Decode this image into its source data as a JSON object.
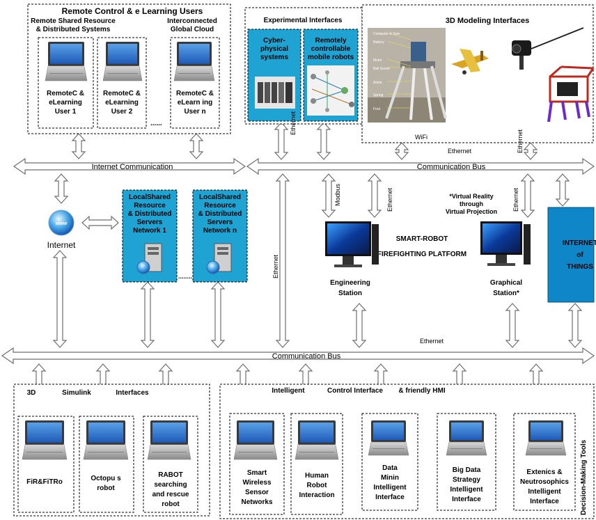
{
  "groups": {
    "remote_users": {
      "title": "Remote Control & e Learning Users",
      "sub_left": [
        "Remote Shared Resource",
        "& Distributed Systems"
      ],
      "sub_right": [
        "Interconnected",
        "Global Cloud"
      ],
      "users": [
        [
          "RemoteC &",
          "eLearning",
          "User 1"
        ],
        [
          "RemoteC &",
          "eLearning",
          "User 2"
        ],
        [
          "RemoteC &",
          "eLearn ing",
          "User n"
        ]
      ],
      "ellipsis": "......"
    },
    "experimental": {
      "title": "Experimental Interfaces",
      "boxes": [
        [
          "Cyber-",
          "physical",
          "systems"
        ],
        [
          "Remotely",
          "controllable",
          "mobile robots"
        ]
      ]
    },
    "modeling": {
      "title": "3D Modeling Interfaces",
      "robot_labels": [
        "Computer & Sym",
        "Battery",
        "Motor",
        "Ball Screw",
        "Ankle",
        "Spring",
        "Foot"
      ]
    },
    "local_servers": {
      "boxes": [
        [
          "LocalShared",
          "Resource",
          "& Distributed",
          "Servers",
          "Network 1"
        ],
        [
          "LocalShared",
          "Resource",
          "& Distributed",
          "Servers",
          "Network n"
        ]
      ],
      "ellipsis": "........"
    },
    "simulink": {
      "header": [
        "3D",
        "Simulink",
        "Interfaces"
      ],
      "items": [
        [
          "FiR&FiTRo"
        ],
        [
          "Octopu s",
          "robot"
        ],
        [
          "RABOT",
          "searching",
          "and rescue",
          "robot"
        ]
      ]
    },
    "intelligent": {
      "header": [
        "Intelligent",
        "Control Interface",
        "& friendly HMI"
      ],
      "items": [
        [
          "Smart",
          "Wireless",
          "Sensor",
          "Networks"
        ],
        [
          "Human",
          "Robot",
          "Interaction"
        ],
        [
          "Data",
          "Minin",
          "Intelligent",
          "Interface"
        ],
        [
          "Big Data",
          "Strategy",
          "Intelligent",
          "Interface"
        ],
        [
          "Extenics &",
          "Neutrosophics",
          "Intelligent",
          "Interface"
        ]
      ],
      "side_label": "Decision-Making Tools"
    }
  },
  "buses": {
    "internet_communication": "Internet Communication",
    "communication_bus_top": "Communication Bus",
    "communication_bus_bottom": "Communication Bus"
  },
  "labels": {
    "internet": "Internet",
    "globe_text": "www",
    "ethernet": "Ethernet",
    "wifi": "WiFi",
    "modbus": "Modbus",
    "platform": [
      "SMART-ROBOT",
      "FIREFIGHTING PLATFORM"
    ],
    "virtual_reality": [
      "*Virtual Reality",
      "through",
      "Virtual Projection"
    ],
    "engineering_station": [
      "Engineering",
      "Station"
    ],
    "graphical_station": [
      "Graphical",
      "Station*"
    ],
    "iot": [
      "INTERNET",
      "of",
      "THINGS"
    ]
  },
  "colors": {
    "cyan_box": "#1ea3d3",
    "iot_box": "#0f86c7",
    "arrow_fill": "#ffffff",
    "arrow_stroke": "#6e6e6e"
  }
}
